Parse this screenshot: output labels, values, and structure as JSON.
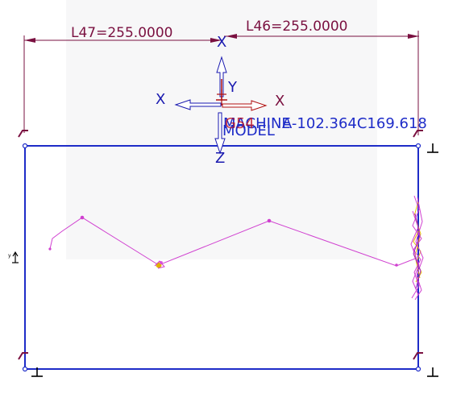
{
  "dimensions": {
    "left": {
      "label": "L47=255.0000"
    },
    "right": {
      "label": "L46=255.0000"
    }
  },
  "axes": {
    "top_marker": "X",
    "y_label": "Y",
    "x_label_left": "X",
    "x_label_right": "X",
    "z_label": "Z",
    "side_y_label": "y"
  },
  "coordinate_readout": {
    "overlap_red": "G54",
    "machine_text": "MACHINE",
    "model_text": "MODEL",
    "position": "A-102.364C169.618"
  },
  "colors": {
    "workpiece_outline": "#1e2cc8",
    "dimension": "#7a1040",
    "toolpath": "#d040d0",
    "axis_blue": "#1a1ab0",
    "axis_red": "#b01010",
    "readout_blue": "#1e2cc8",
    "corner_marker": "#7a1040"
  }
}
